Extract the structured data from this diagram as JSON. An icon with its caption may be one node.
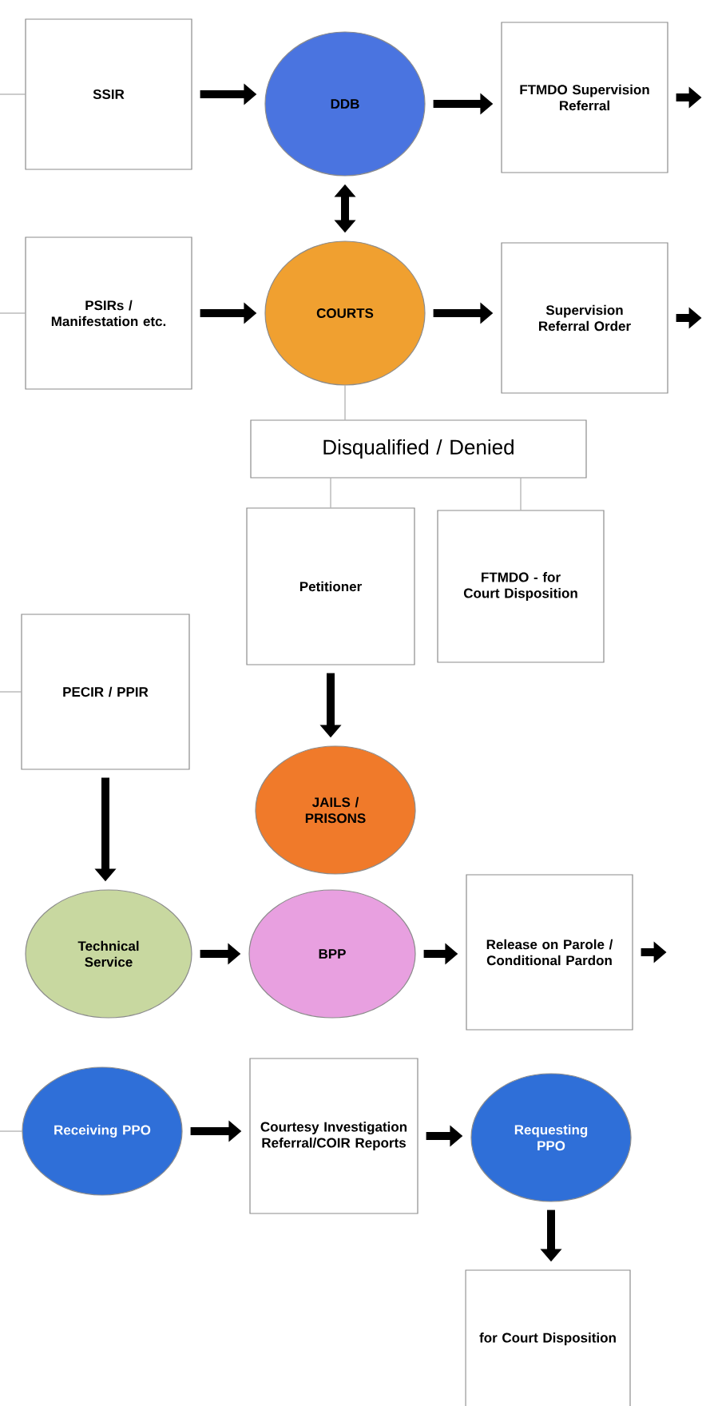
{
  "diagram": {
    "nodes": [
      {
        "text": [
          "SSIR"
        ]
      },
      {
        "text": [
          "DDB"
        ]
      },
      {
        "text": [
          "FTMDO Supervision Referral"
        ]
      },
      {
        "text": [
          "PSIRs / Manifestation etc."
        ]
      },
      {
        "text": [
          "COURTS"
        ]
      },
      {
        "text": [
          "Supervision Referral Order"
        ]
      },
      {
        "text": [
          "Disqualified / Denied"
        ]
      },
      {
        "text": [
          "Petitioner"
        ]
      },
      {
        "text": [
          "FTMDO - for Court Disposition"
        ]
      },
      {
        "text": [
          "PECIR / PPIR"
        ]
      },
      {
        "text": [
          "JAILS / PRISONS"
        ]
      },
      {
        "text": [
          "Technical Service"
        ]
      },
      {
        "text": [
          "BPP"
        ]
      },
      {
        "text": [
          "Release on Parole / Conditional Pardon"
        ]
      },
      {
        "text": [
          "Receiving PPO"
        ]
      },
      {
        "text": [
          "Courtesy Investigation Referral/COIR Reports"
        ]
      },
      {
        "text": [
          "Requesting PPO"
        ]
      },
      {
        "text": [
          "for Court Disposition"
        ]
      }
    ],
    "edges": [
      {
        "from": null,
        "to": 0,
        "arrow": "none",
        "color": "#999999"
      },
      {
        "from": 0,
        "to": 1,
        "arrow": "to"
      },
      {
        "from": 1,
        "to": 2,
        "arrow": "to"
      },
      {
        "from": 2,
        "to": null,
        "arrow": "to"
      },
      {
        "from": 1,
        "to": 4,
        "arrow": "both"
      },
      {
        "from": null,
        "to": 3,
        "arrow": "none",
        "color": "#999999"
      },
      {
        "from": 3,
        "to": 4,
        "arrow": "to"
      },
      {
        "from": 4,
        "to": 5,
        "arrow": "to"
      },
      {
        "from": 5,
        "to": null,
        "arrow": "to"
      },
      {
        "from": 4,
        "to": 6,
        "arrow": "none",
        "color": "#999999"
      },
      {
        "from": 6,
        "to": 7,
        "arrow": "none",
        "color": "#999999"
      },
      {
        "from": 6,
        "to": 8,
        "arrow": "none",
        "color": "#999999"
      },
      {
        "from": 7,
        "to": 10,
        "arrow": "to"
      },
      {
        "from": null,
        "to": 9,
        "arrow": "none",
        "color": "#999999"
      },
      {
        "from": 9,
        "to": 11,
        "arrow": "to"
      },
      {
        "from": 11,
        "to": 12,
        "arrow": "to"
      },
      {
        "from": 12,
        "to": 13,
        "arrow": "to"
      },
      {
        "from": 13,
        "to": null,
        "arrow": "to"
      },
      {
        "from": null,
        "to": 14,
        "arrow": "none",
        "color": "#999999"
      },
      {
        "from": 14,
        "to": 15,
        "arrow": "to"
      },
      {
        "from": 15,
        "to": 16,
        "arrow": "to"
      },
      {
        "from": 16,
        "to": 17,
        "arrow": "to"
      }
    ]
  }
}
